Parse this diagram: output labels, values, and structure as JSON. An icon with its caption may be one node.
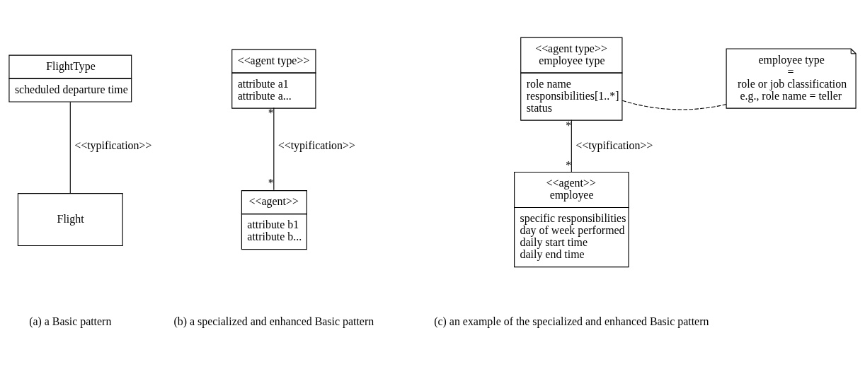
{
  "diagram": {
    "nodes": [
      {
        "text": [
          "FlightType",
          "scheduled departure time"
        ]
      },
      {
        "text": [
          "Flight"
        ]
      },
      {
        "text": [
          "<<agent type>>",
          "attribute a1",
          "attribute a..."
        ]
      },
      {
        "text": [
          "<<agent>>",
          "attribute b1",
          "attribute b..."
        ]
      },
      {
        "text": [
          "<<agent type>>",
          "employee type",
          "role name",
          "responsibilities[1..*]",
          "status"
        ]
      },
      {
        "text": [
          "<<agent>>",
          "employee",
          "specific responsibilities",
          "day of week performed",
          "daily start time",
          "daily end time"
        ]
      },
      {
        "text": [
          "employee type",
          "=",
          "role or job classification",
          "e.g., role name = teller"
        ]
      }
    ],
    "edges": [
      {
        "from": 0,
        "to": 1,
        "arrow": "none",
        "label": "<<typification>>"
      },
      {
        "from": 2,
        "to": 3,
        "arrow": "none",
        "label": "<<typification>>"
      },
      {
        "from": 4,
        "to": 5,
        "arrow": "none",
        "label": "<<typification>>"
      },
      {
        "from": 4,
        "to": 6,
        "arrow": "none",
        "style": "dashed"
      }
    ],
    "labels": [
      "*",
      "*",
      "*",
      "*",
      "(a) a Basic pattern",
      "(b) a specialized and enhanced Basic pattern",
      "(c) an example of the specialized and enhanced Basic pattern"
    ]
  }
}
